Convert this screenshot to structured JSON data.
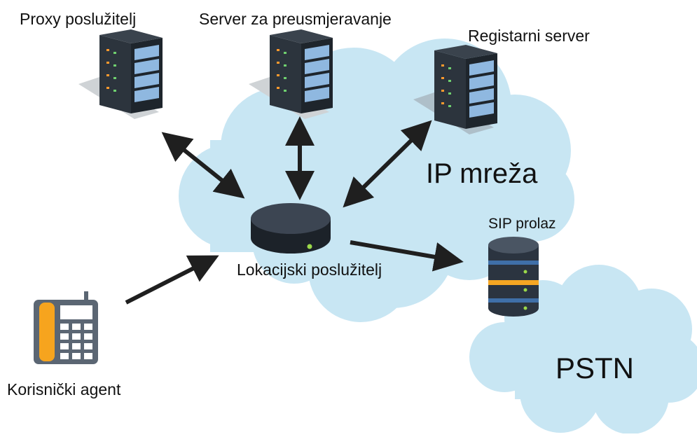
{
  "labels": {
    "proxy_server": "Proxy poslužitelj",
    "redirect_server": "Server za preusmjeravanje",
    "registrar_server": "Registarni server",
    "ip_network": "IP mreža",
    "sip_gateway": "SIP prolaz",
    "location_server": "Lokacijski poslužitelj",
    "pstn": "PSTN",
    "user_agent": "Korisnički agent"
  },
  "colors": {
    "cloud": "#c8e6f3",
    "rack_dark": "#2c343d",
    "rack_screen": "#8fb8e0",
    "arrow": "#1f1f1f",
    "db_blue": "#3f6fa8",
    "db_orange": "#f5a623",
    "phone_body": "#5b6673",
    "phone_handset": "#f6a41e",
    "disc_top": "#3c4552",
    "led_green": "#9bd94a"
  },
  "icons": [
    "server-rack-icon",
    "database-icon",
    "desk-phone-icon",
    "network-disc-icon"
  ]
}
